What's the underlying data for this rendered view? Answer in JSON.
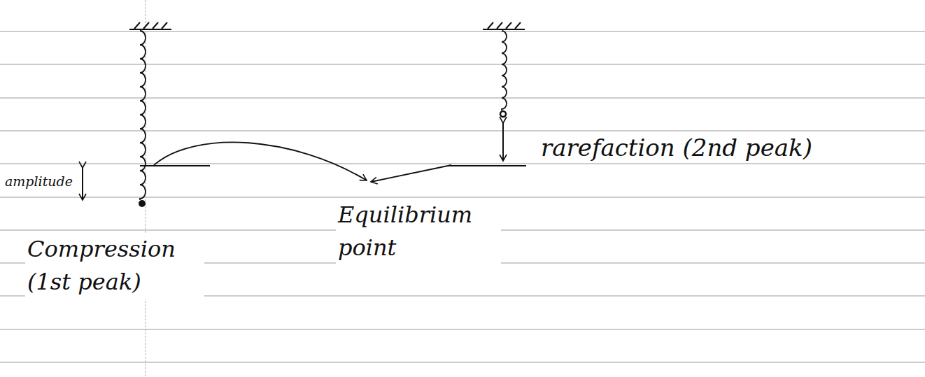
{
  "diagram": {
    "labels": [
      "rarefaction (2nd peak)",
      "amplitude",
      "Equilibrium point",
      "Compression (1st peak)"
    ]
  }
}
